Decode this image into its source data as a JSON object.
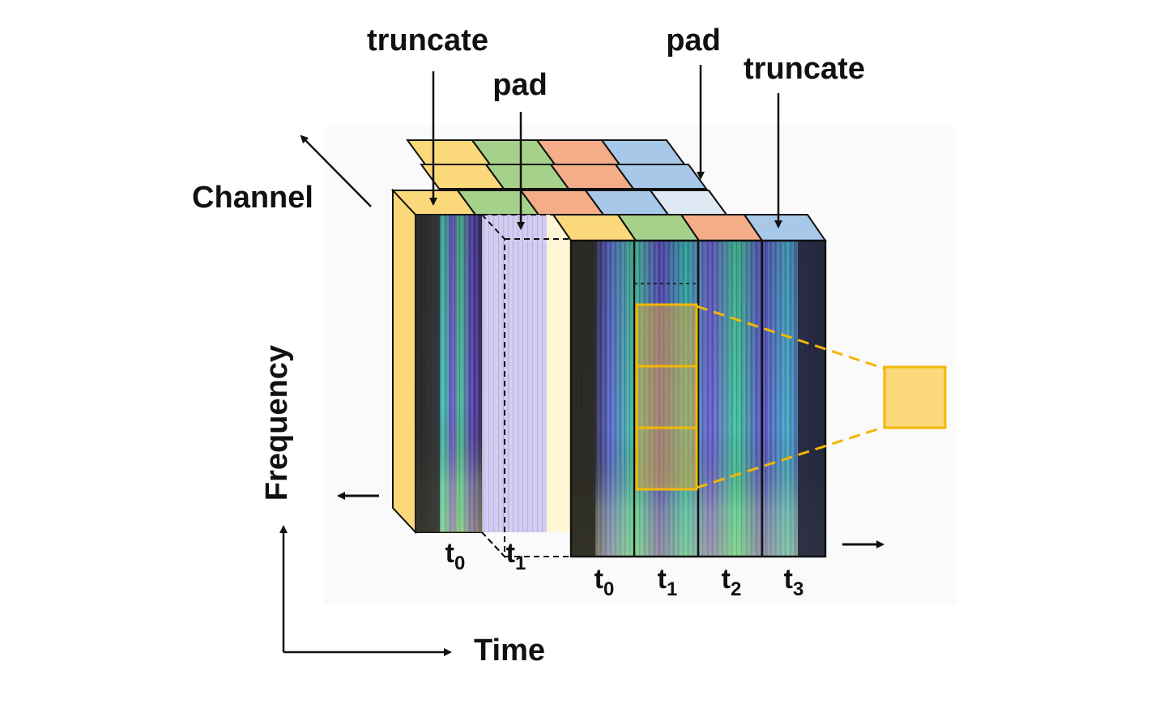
{
  "labels": {
    "truncate_left": "truncate",
    "pad_left": "pad",
    "pad_right": "pad",
    "truncate_right": "truncate",
    "channel": "Channel",
    "frequency": "Frequency",
    "time": "Time"
  },
  "back_slice_ticks": [
    {
      "base": "t",
      "sub": "0"
    },
    {
      "base": "t",
      "sub": "1"
    }
  ],
  "front_slice_ticks": [
    {
      "base": "t",
      "sub": "0"
    },
    {
      "base": "t",
      "sub": "1"
    },
    {
      "base": "t",
      "sub": "2"
    },
    {
      "base": "t",
      "sub": "3"
    }
  ],
  "colors": {
    "yellow": "#fbd97a",
    "green": "#a6d18b",
    "orange": "#f4ad86",
    "blue": "#a8c8e9",
    "highlight": "#f2b705",
    "highlight_fill": "#fbd97a"
  }
}
